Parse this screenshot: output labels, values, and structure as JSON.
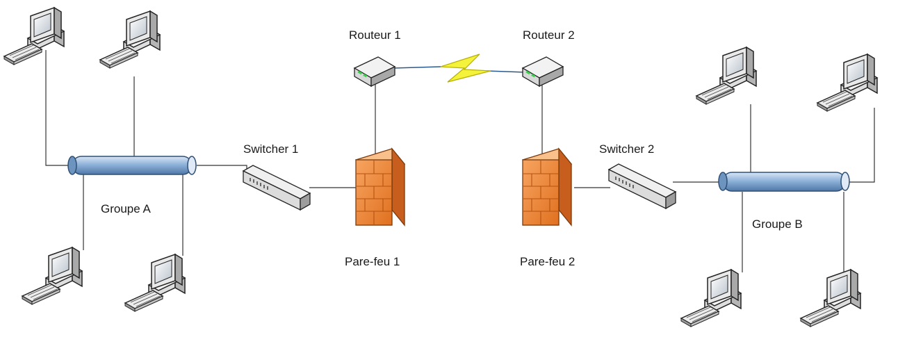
{
  "labels": {
    "router1": "Routeur 1",
    "router2": "Routeur 2",
    "switch1": "Switcher 1",
    "switch2": "Switcher 2",
    "firewall1": "Pare-feu 1",
    "firewall2": "Pare-feu 2",
    "groupA": "Groupe A",
    "groupB": "Groupe B"
  },
  "colors": {
    "bus_fill": "#8fb3d9",
    "bus_stroke": "#2f4f75",
    "firewall_front": "#f08a3c",
    "firewall_side": "#c55a1a",
    "wan_link": "#f4f23a",
    "device_gray": "#e6e6e6"
  },
  "icons": {
    "pc": "computer-workstation-icon",
    "router": "router-icon",
    "switch": "network-switch-icon",
    "firewall": "brick-firewall-icon",
    "bus": "lan-bus-icon",
    "wan": "wan-lightning-link-icon"
  }
}
